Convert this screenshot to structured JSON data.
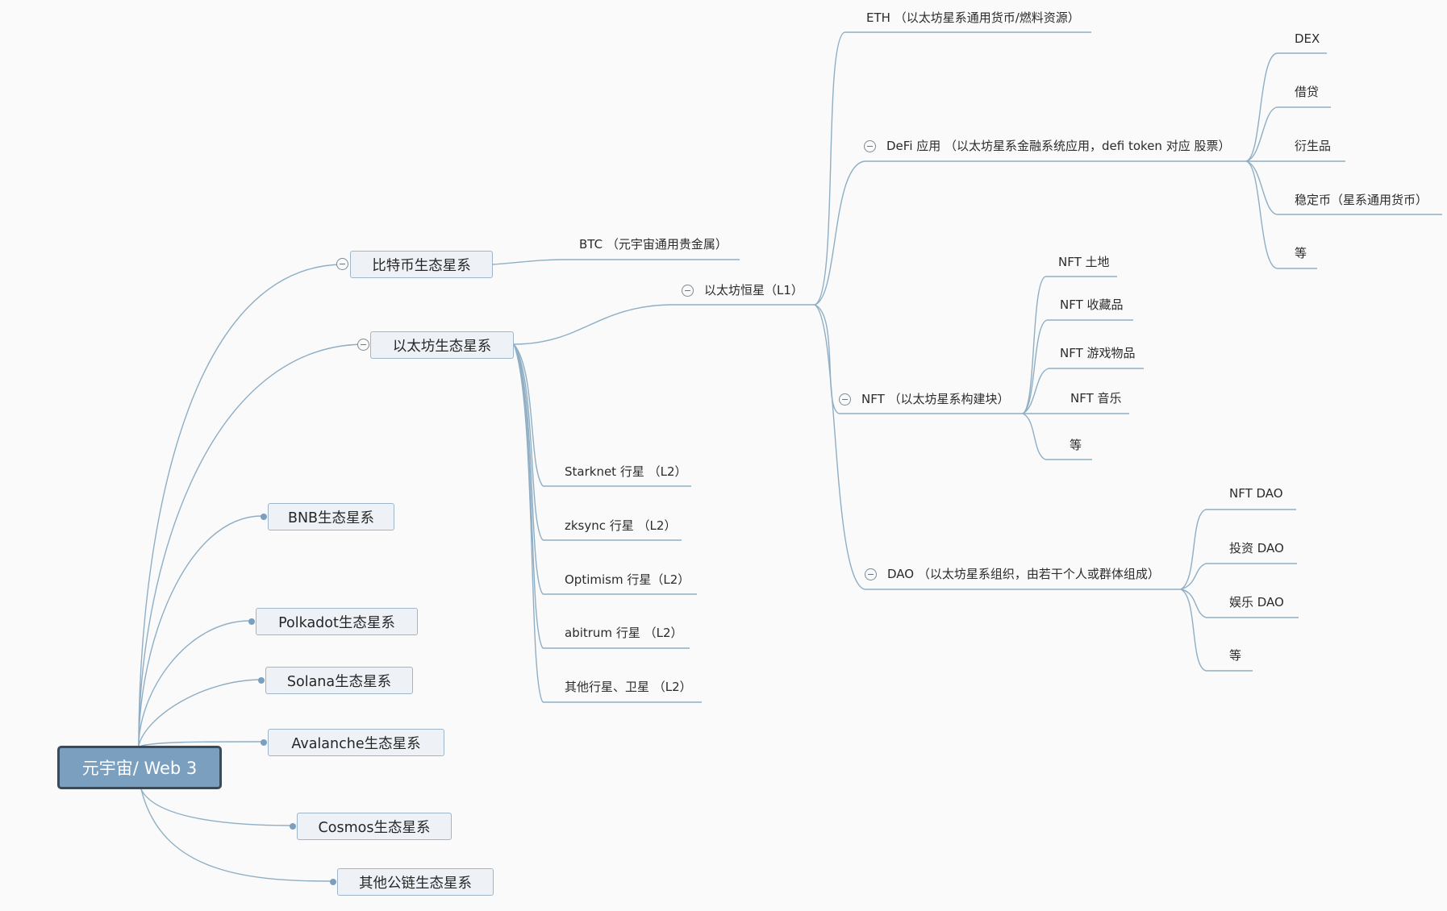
{
  "colors": {
    "background": "#fafafa",
    "link": "#8faec4",
    "root_fill": "#7b9fbf",
    "root_border": "#3b4a58",
    "node_fill": "#eef2f6",
    "node_border": "#9db6cb"
  },
  "root": {
    "label": "元宇宙/ Web 3"
  },
  "branches": {
    "btc": "比特币生态星系",
    "eth": "以太坊生态星系",
    "bnb": "BNB生态星系",
    "polkadot": "Polkadot生态星系",
    "solana": "Solana生态星系",
    "avalanche": "Avalanche生态星系",
    "cosmos": "Cosmos生态星系",
    "other": "其他公链生态星系"
  },
  "btc_children": {
    "btc": "BTC （元宇宙通用贵金属）"
  },
  "eth_children": {
    "l1": "以太坊恒星（L1）",
    "starknet": "Starknet 行星 （L2）",
    "zksync": "zksync 行星 （L2）",
    "optimism": "Optimism 行星（L2）",
    "abitrum": "abitrum 行星 （L2）",
    "others": "其他行星、卫星 （L2）"
  },
  "l1_children": {
    "eth_token": "ETH （以太坊星系通用货币/燃料资源）",
    "defi": "DeFi 应用 （以太坊星系金融系统应用，defi token 对应 股票）",
    "nft": "NFT （以太坊星系构建块）",
    "dao": "DAO （以太坊星系组织，由若干个人或群体组成）"
  },
  "defi_children": {
    "dex": "DEX",
    "lending": "借贷",
    "derivatives": "衍生品",
    "stablecoin": "稳定币（星系通用货币）",
    "etc": "等"
  },
  "nft_children": {
    "land": "NFT 土地",
    "collectibles": "NFT 收藏品",
    "game_items": "NFT 游戏物品",
    "music": "NFT 音乐",
    "etc": "等"
  },
  "dao_children": {
    "nft_dao": "NFT  DAO",
    "invest_dao": "投资 DAO",
    "ent_dao": "娱乐 DAO",
    "etc": "等"
  }
}
